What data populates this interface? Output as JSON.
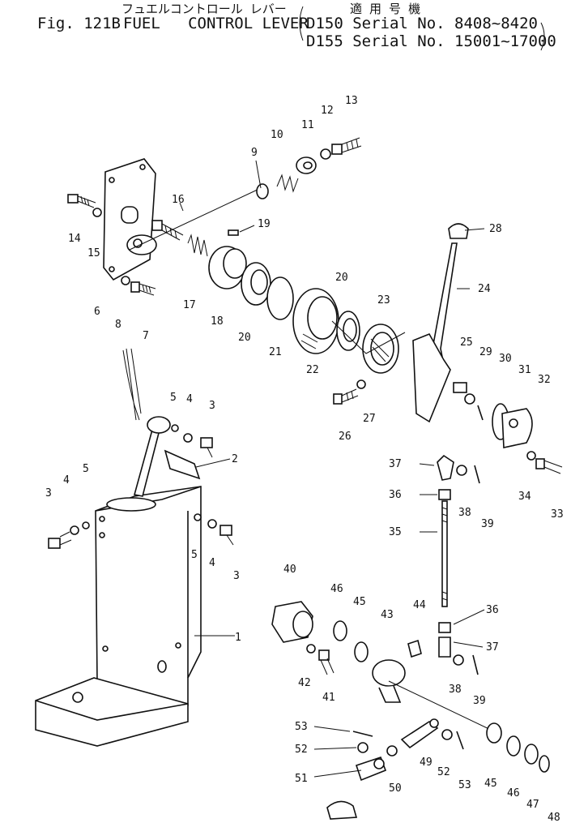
{
  "header": {
    "jp_title": "フュエルコントロール レバー",
    "fig": "Fig. 121B",
    "title_en": "FUEL   CONTROL LEVER",
    "applic_jp": "適 用 号 機",
    "serial_1": "D150 Serial No. 8408~8420",
    "serial_2": "D155 Serial No. 15001~17000"
  },
  "callouts": [
    "1",
    "2",
    "3",
    "3",
    "3",
    "4",
    "4",
    "4",
    "5",
    "5",
    "5",
    "6",
    "7",
    "8",
    "9",
    "10",
    "11",
    "12",
    "13",
    "14",
    "15",
    "16",
    "17",
    "18",
    "19",
    "20",
    "20",
    "21",
    "22",
    "23",
    "24",
    "25",
    "26",
    "27",
    "28",
    "29",
    "30",
    "31",
    "32",
    "33",
    "34",
    "35",
    "36",
    "36",
    "37",
    "37",
    "38",
    "38",
    "39",
    "39",
    "40",
    "41",
    "42",
    "43",
    "44",
    "45",
    "45",
    "46",
    "46",
    "47",
    "48",
    "49",
    "50",
    "51",
    "52",
    "52",
    "53",
    "53"
  ]
}
